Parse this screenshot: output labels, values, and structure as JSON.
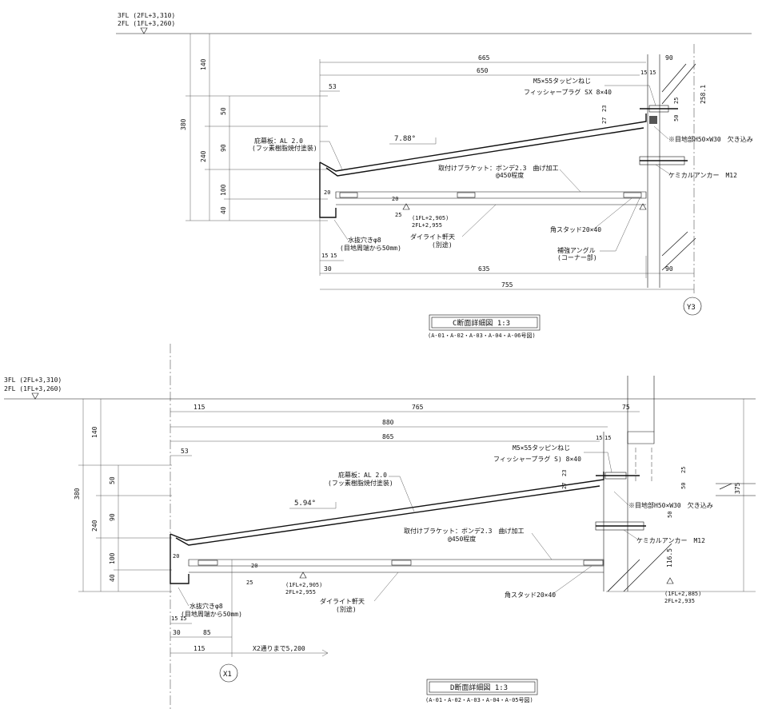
{
  "section_c": {
    "title": "C断面詳細図 1:3",
    "refs": "(A-01・A-02・A-03・A-04・A-06号図)",
    "level_3fl": "3FL (2FL+3,310)",
    "level_2fl": "2FL (1FL+3,260)",
    "grid": "Y3",
    "slope": "7.88°",
    "dims": {
      "d665": "665",
      "d650": "650",
      "d53": "53",
      "d90_top": "90",
      "d15a": "15",
      "d15b": "15",
      "d25": "25",
      "d50": "50",
      "d258": "258.1",
      "d140": "140",
      "d50_left": "50",
      "d380": "380",
      "d90_left": "90",
      "d240": "240",
      "d100": "100",
      "d40": "40",
      "d27": "27",
      "d23": "23",
      "d20a": "20",
      "d20b": "20",
      "d25b": "25",
      "d15c": "15",
      "d15d": "15",
      "d30": "30",
      "d635": "635",
      "d90_bot": "90",
      "d755": "755"
    },
    "labels": {
      "screw": "M5×55タッピンねじ",
      "plug": "フィッシャープラグ SX 8×40",
      "soffit1": "庇幕板：AL 2.0",
      "soffit2": "(フッ素樹脂焼付塗装)",
      "joint": "※目地部H50×W30　欠き込み",
      "bracket1": "取付けブラケット：ボンデ2.3　曲げ加工",
      "bracket2": "@450程度",
      "anchor": "ケミカルアンカー　M12",
      "lvl1": "(1FL+2,905)",
      "lvl2": "2FL+2,955",
      "stud": "角スタッド20×40",
      "drain1": "水抜穴きφ8",
      "drain2": "(目地周端から50mm)",
      "dyelite1": "ダイライト軒天",
      "dyelite2": "(別途)",
      "angle1": "補強アングル",
      "angle2": "(コーナー部)"
    }
  },
  "section_d": {
    "title": "D断面詳細図 1:3",
    "refs": "(A-01・A-02・A-03・A-04・A-05号図)",
    "level_3fl": "3FL (2FL+3,310)",
    "level_2fl": "2FL (1FL+3,260)",
    "grid": "X1",
    "slope": "5.94°",
    "to_x2": "X2通りまで5,200",
    "dims": {
      "d115": "115",
      "d765": "765",
      "d75": "75",
      "d880": "880",
      "d865": "865",
      "d53": "53",
      "d15a": "15",
      "d15b": "15",
      "d25": "25",
      "d50": "50",
      "d375": "375",
      "d140": "140",
      "d50_left": "50",
      "d380": "380",
      "d90_left": "90",
      "d240": "240",
      "d100": "100",
      "d40": "40",
      "d27": "27",
      "d23": "23",
      "d20a": "20",
      "d20b": "20",
      "d25b": "25",
      "d50b": "50",
      "d116": "116.5",
      "d15c": "15",
      "d15d": "15",
      "d30": "30",
      "d85": "85",
      "d115b": "115"
    },
    "labels": {
      "screw": "M5×55タッピンねじ",
      "plug": "フィッシャープラグ S) 8×40",
      "soffit1": "庇幕板：AL 2.0",
      "soffit2": "(フッ素樹脂焼付塗装)",
      "joint": "※目地部H50×W30　欠き込み",
      "bracket1": "取付けブラケット：ボンデ2.3　曲げ加工",
      "bracket2": "@450程度",
      "anchor": "ケミカルアンカー　M12",
      "lvl1": "(1FL+2,905)",
      "lvl2": "2FL+2,955",
      "lvl3": "(1FL+2,885)",
      "lvl4": "2FL+2,935",
      "stud": "角スタッド20×40",
      "drain1": "水抜穴きφ8",
      "drain2": "(目地周端から50mm)",
      "dyelite1": "ダイライト軒天",
      "dyelite2": "(別途)"
    }
  }
}
